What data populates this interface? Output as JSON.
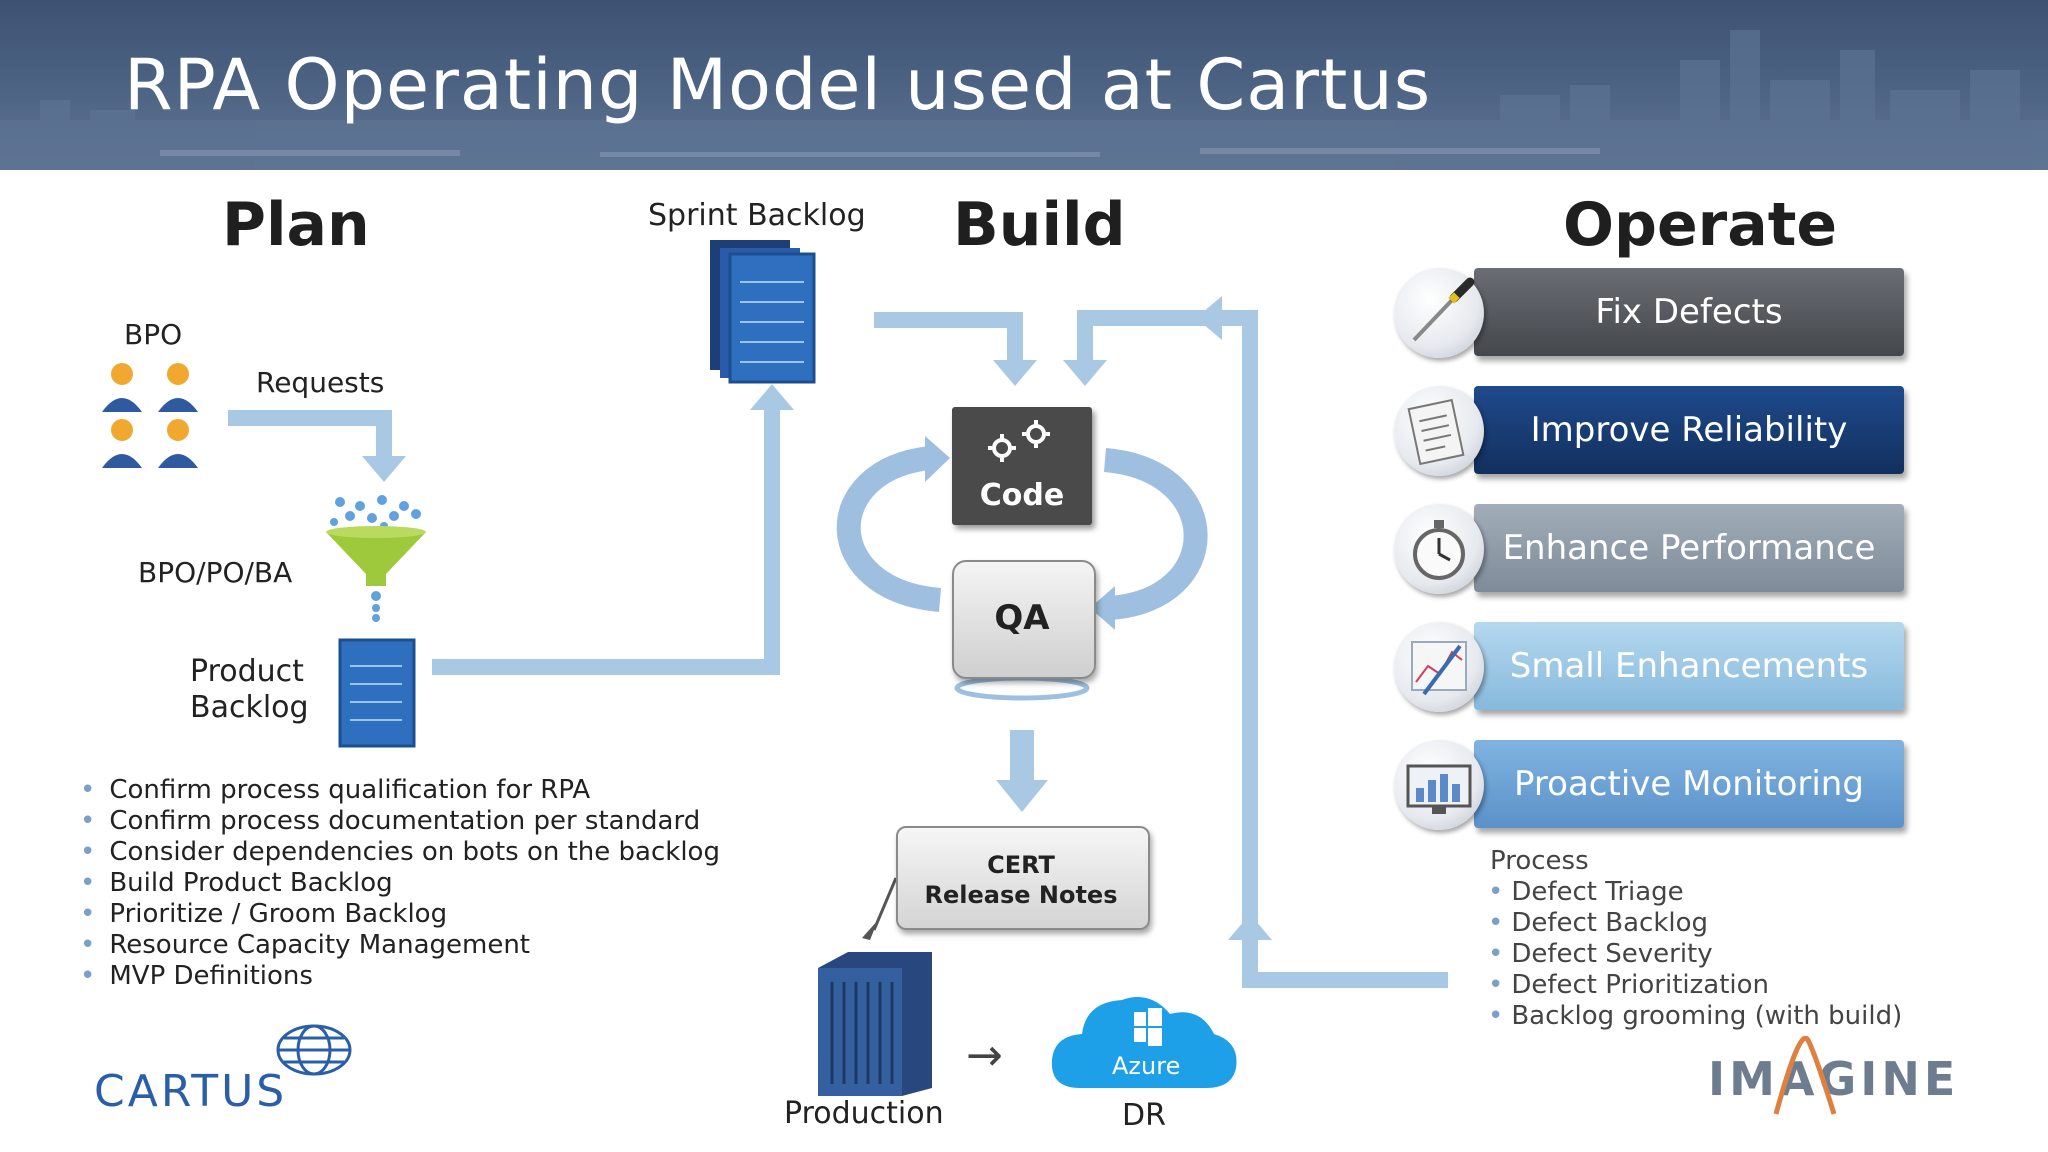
{
  "title": "RPA Operating Model used at Cartus",
  "sections": {
    "plan": "Plan",
    "build": "Build",
    "operate": "Operate"
  },
  "plan": {
    "bpo_label": "BPO",
    "requests_label": "Requests",
    "funnel_label": "BPO/PO/BA",
    "product_backlog_label": "Product\nBacklog",
    "bullets": [
      "Confirm process qualification for RPA",
      "Confirm process documentation per standard",
      "Consider dependencies on bots on the backlog",
      "Build Product Backlog",
      "Prioritize / Groom Backlog",
      "Resource Capacity Management",
      "MVP Definitions"
    ]
  },
  "build": {
    "sprint_backlog_label": "Sprint Backlog",
    "code_label": "Code",
    "qa_label": "QA",
    "cert_label": "CERT\nRelease Notes",
    "production_label": "Production",
    "azure_label": "Azure",
    "dr_label": "DR",
    "arrow_glyph": "→"
  },
  "operate": {
    "items": [
      {
        "label": "Fix Defects",
        "color": "#55595f"
      },
      {
        "label": "Improve Reliability",
        "color": "#163a73"
      },
      {
        "label": "Enhance Performance",
        "color": "#8e9aa8"
      },
      {
        "label": "Small Enhancements",
        "color": "#9ac7e4"
      },
      {
        "label": "Proactive Monitoring",
        "color": "#6aa2d6"
      }
    ],
    "process_title": "Process",
    "process_items": [
      "Defect Triage",
      "Defect Backlog",
      "Defect Severity",
      "Defect Prioritization",
      "Backlog grooming (with build)"
    ]
  },
  "logos": {
    "cartus": "CARTUS",
    "imagine": "IMAGINE"
  },
  "colors": {
    "arrow": "#a9c8e4",
    "arrow_dark": "#7ea8cf",
    "funnel": "#9fc93c",
    "doc_blue": "#2f6fbf",
    "header": "#4d6486"
  }
}
